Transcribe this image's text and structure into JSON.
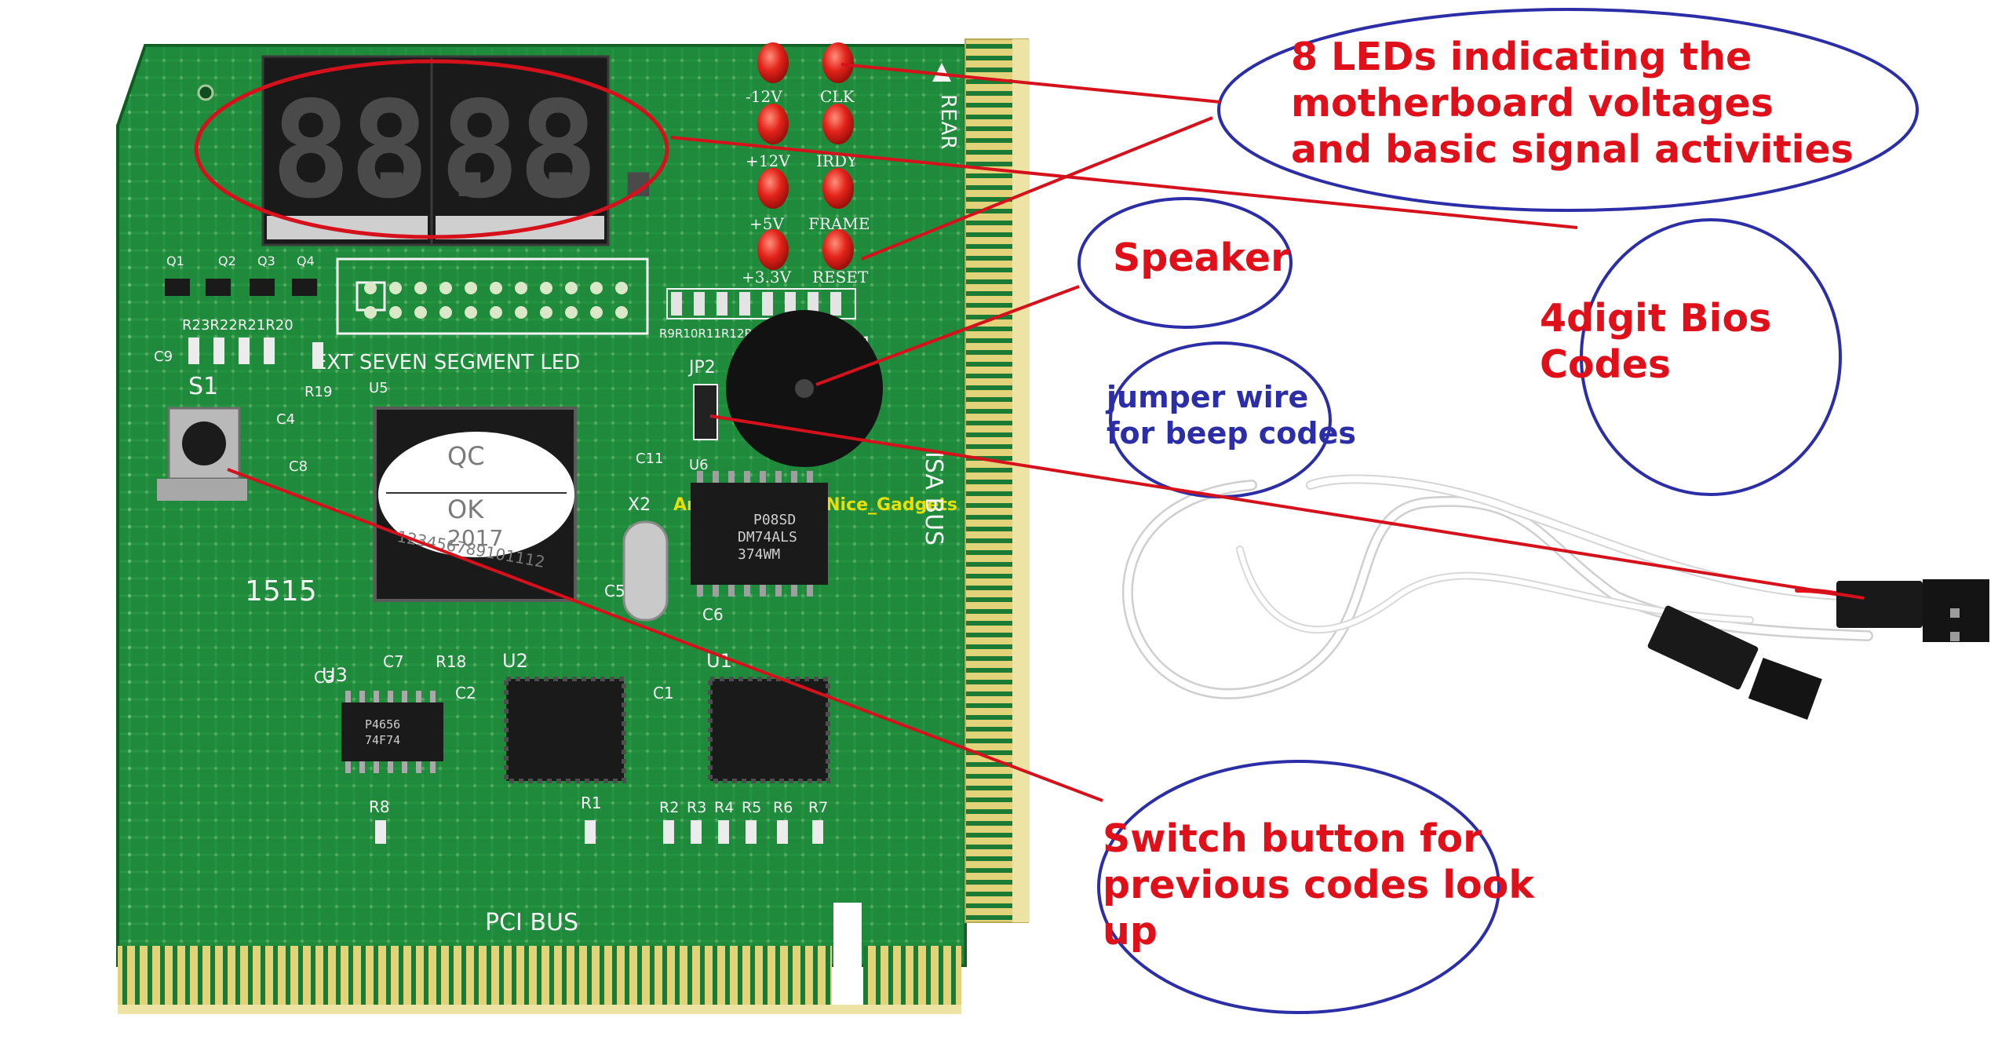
{
  "image": {
    "description_free": true
  },
  "callouts": {
    "leds": [
      "8 LEDs indicating the",
      "motherboard voltages",
      "and basic signal activities"
    ],
    "speaker": "Speaker",
    "bios_codes": [
      "4digit Bios",
      "Codes"
    ],
    "jumper": [
      "jumper wire",
      "for beep codes"
    ],
    "switch": [
      "Switch button for",
      "previous codes look",
      "up"
    ]
  },
  "board_labels": {
    "led_labels_left": [
      "-12V",
      "+12V",
      "+5V",
      "+3.3V"
    ],
    "led_labels_right": [
      "CLK",
      "IRDY",
      "FRAME",
      "RESET"
    ],
    "rear": "REAR",
    "isa_bus": "ISA BUS",
    "pci_bus": "PCI BUS",
    "ext_led": "EXT SEVEN SEGMENT LED",
    "s1": "S1",
    "sp1": "SP1",
    "jp2": "JP2",
    "u1": "U1",
    "u2": "U2",
    "u3": "U3",
    "u5": "U5",
    "u6": "U6",
    "x2": "X2",
    "q_labels": [
      "Q1",
      "Q2",
      "Q3",
      "Q4"
    ],
    "r_top": "R23R22R21R20",
    "r_mid": "R9R10R11R12R13R14R15R16",
    "r_bottom": [
      "R2",
      "R3",
      "R4",
      "R5",
      "R6",
      "R7"
    ],
    "c9": "C9",
    "c4": "C4",
    "c8": "C8",
    "c11": "C11",
    "c5": "C5",
    "c6": "C6",
    "c7": "C7",
    "c3": "C3",
    "c2": "C2",
    "c1": "C1",
    "r19": "R19",
    "r18": "R18",
    "r1": "R1",
    "r8": "R8",
    "date_code": "1515",
    "qc_sticker": [
      "QC",
      "OK",
      "2017",
      "123456789101112"
    ],
    "seller": "Amazon Seller: Nice_Gadgets",
    "chip_text": [
      "P08SD",
      "DM74ALS",
      "374WM"
    ],
    "u3_chip": [
      "P4656",
      "74F74"
    ],
    "display_digits": [
      "8.",
      "8.",
      "8.",
      "8."
    ]
  },
  "colors": {
    "pcb": "#1f8a3c",
    "pcb_dark": "#136b2a",
    "trace": "#2aa24a",
    "gold": "#e2d37a",
    "red_annot": "#d5111b",
    "blue_annot": "#2b2ea6",
    "led_red": "#e2231a"
  }
}
